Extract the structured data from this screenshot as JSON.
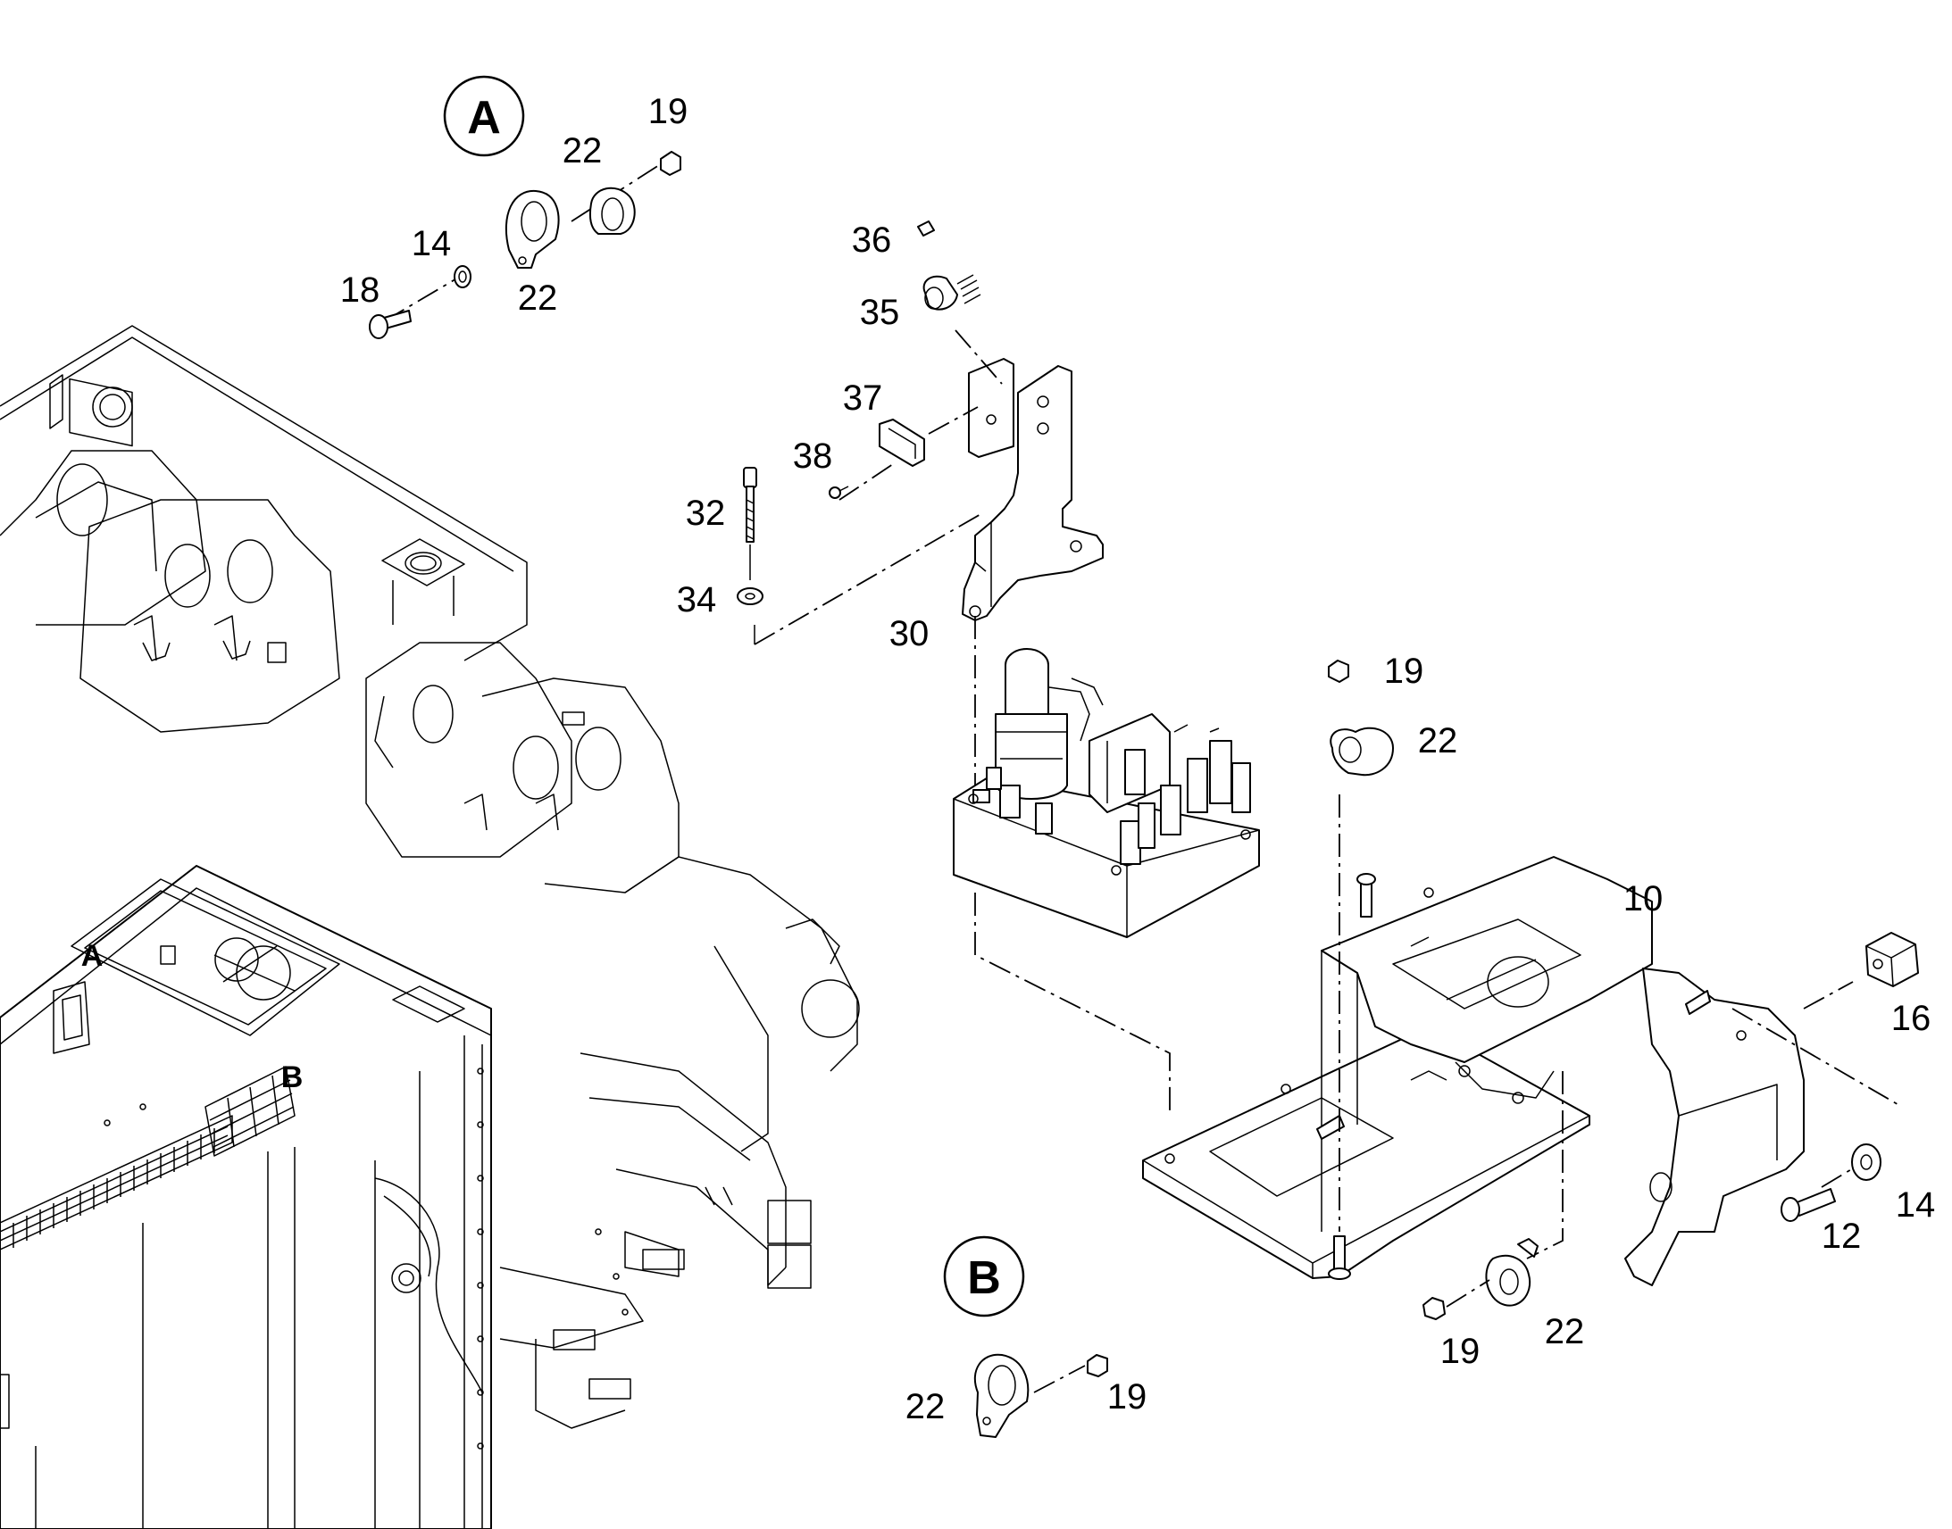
{
  "detail_views": [
    {
      "id": "A",
      "label": "A"
    },
    {
      "id": "B",
      "label": "B"
    }
  ],
  "view_markers": [
    {
      "id": "A",
      "label": "A"
    },
    {
      "id": "B",
      "label": "B"
    }
  ],
  "callouts": {
    "a_19": "19",
    "a_22_top": "22",
    "a_14": "14",
    "a_18": "18",
    "a_22_bottom": "22",
    "c36": "36",
    "c35": "35",
    "c37": "37",
    "c38": "38",
    "c32": "32",
    "c34": "34",
    "c30": "30",
    "r19_top": "19",
    "r22_top": "22",
    "c10": "10",
    "c16": "16",
    "c14": "14",
    "c12": "12",
    "r19_bottom": "19",
    "r22_bottom": "22",
    "b22": "22",
    "b19": "19"
  }
}
